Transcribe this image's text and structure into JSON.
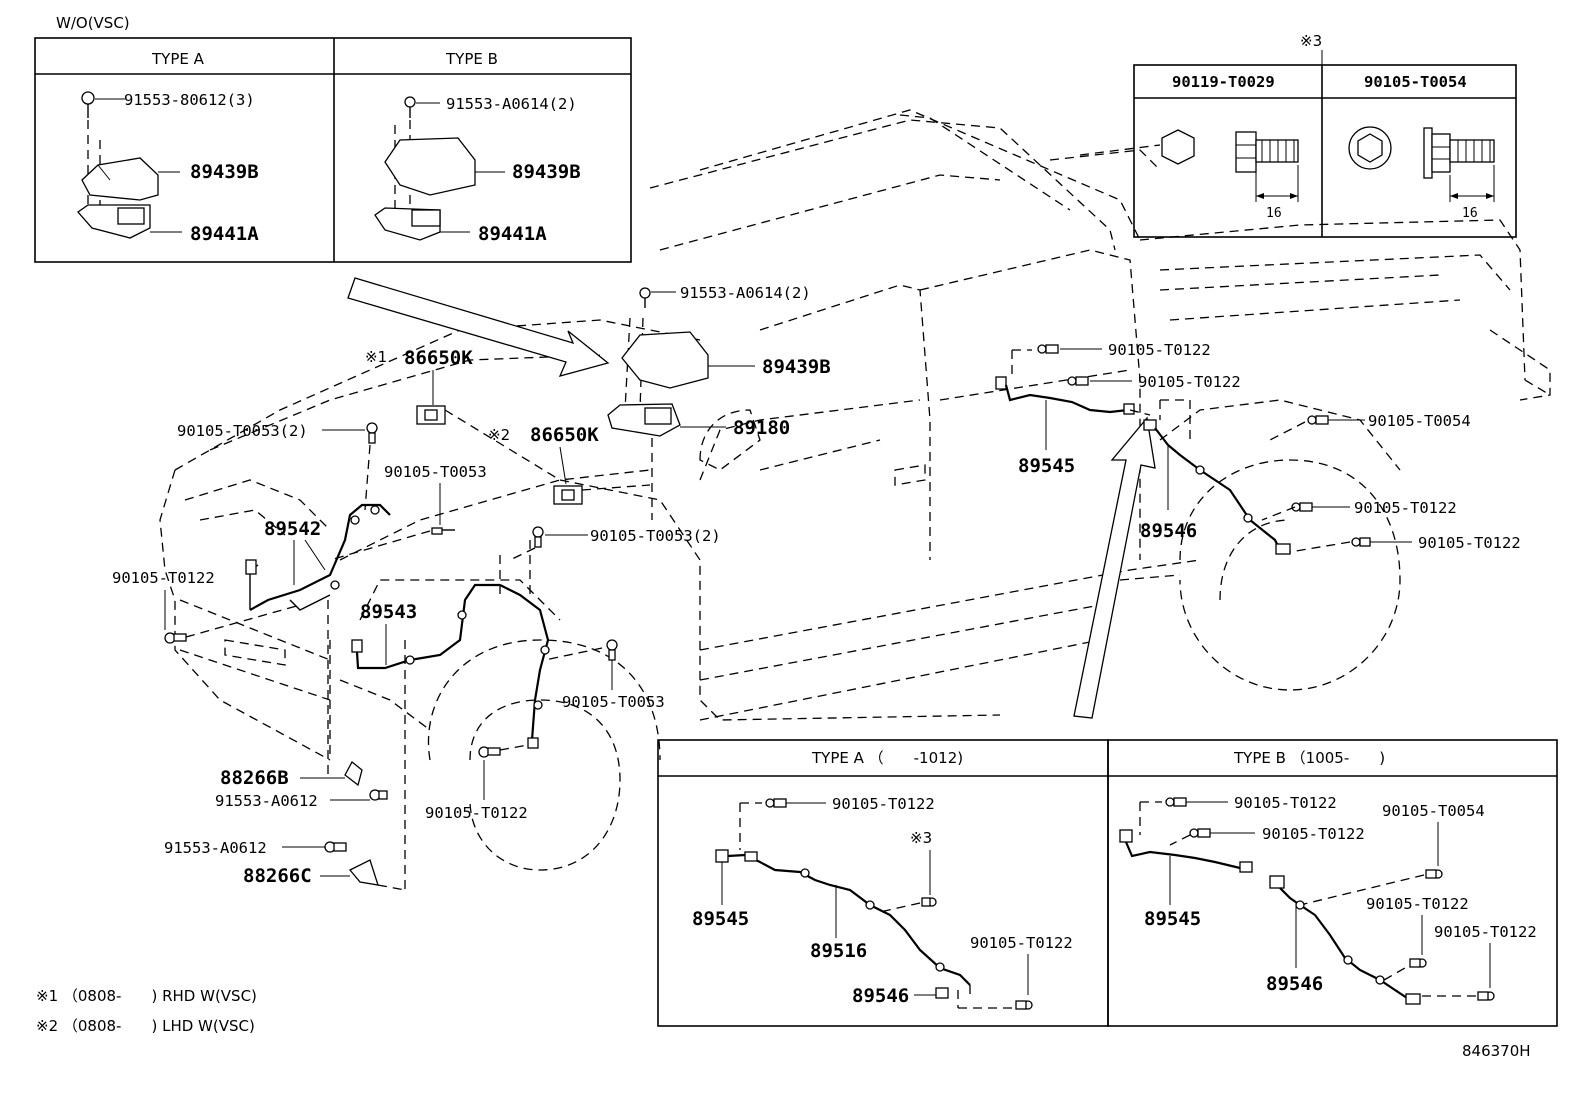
{
  "header": {
    "condition": "W/O(VSC)"
  },
  "inset_topleft": {
    "type_a": {
      "title": "TYPE A",
      "bolt": "91553-80612(3)",
      "cover": "89439B",
      "bracket": "89441A"
    },
    "type_b": {
      "title": "TYPE B",
      "bolt": "91553-A0614(2)",
      "cover": "89439B",
      "bracket": "89441A"
    }
  },
  "inset_topright": {
    "mark": "※3",
    "col1": {
      "title": "90119-T0029",
      "dim": "16"
    },
    "col2": {
      "title": "90105-T0054",
      "dim": "16"
    }
  },
  "main": {
    "ecu_bolt": "91553-A0614(2)",
    "ecu_cover": "89439B",
    "ecu": "89180",
    "sensor1_mark": "※1",
    "sensor1": "86650K",
    "sensor2_mark": "※2",
    "sensor2": "86650K",
    "bolt_t0053_2a": "90105-T0053(2)",
    "bolt_t0053_a": "90105-T0053",
    "bolt_t0053_2b": "90105-T0053(2)",
    "wire_89542": "89542",
    "bolt_t0122_front": "90105-T0122",
    "wire_89543": "89543",
    "bolt_t0053_b": "90105-T0053",
    "bolt_t0122_fender": "90105-T0122",
    "bracket_88266b": "88266B",
    "bolt_a0612_a": "91553-A0612",
    "bolt_a0612_b": "91553-A0612",
    "bracket_88266c": "88266C",
    "rear_bolt1": "90105-T0122",
    "rear_bolt2": "90105-T0122",
    "wire_89545": "89545",
    "rear_bolt3": "90105-T0054",
    "rear_bolt4": "90105-T0122",
    "wire_89546": "89546",
    "rear_bolt5": "90105-T0122"
  },
  "inset_bottom_a": {
    "title": "TYPE A （　　-1012)",
    "bolt1": "90105-T0122",
    "mark": "※3",
    "wire_89545": "89545",
    "wire_89516": "89516",
    "bolt2": "90105-T0122",
    "wire_89546": "89546"
  },
  "inset_bottom_b": {
    "title": "TYPE B （1005-　　)",
    "bolt1": "90105-T0122",
    "bolt2": "90105-T0122",
    "bolt3": "90105-T0054",
    "wire_89545": "89545",
    "bolt4": "90105-T0122",
    "bolt5": "90105-T0122",
    "wire_89546": "89546"
  },
  "notes": {
    "n1": "※1 （0808-　　) RHD W(VSC)",
    "n2": "※2 （0808-　　) LHD W(VSC)"
  },
  "figure_id": "846370H"
}
